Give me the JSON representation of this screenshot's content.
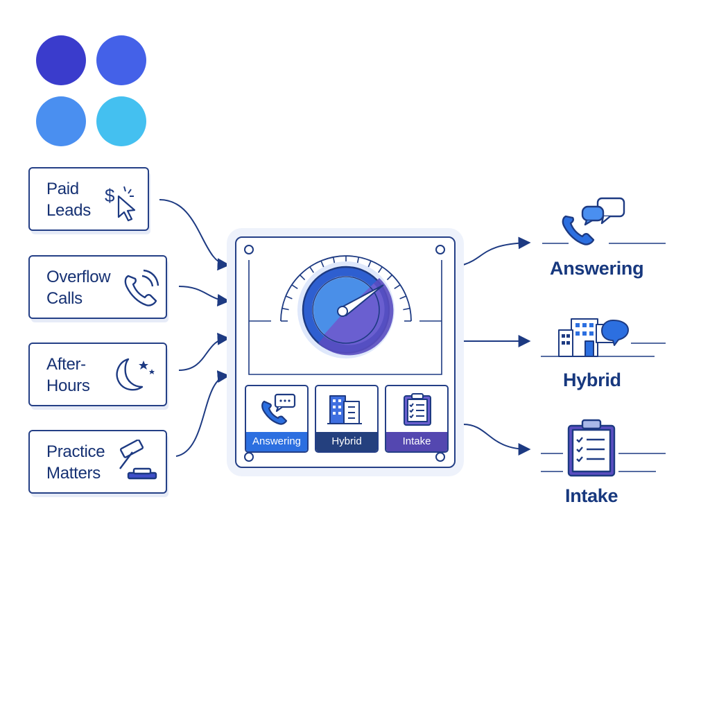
{
  "palette": {
    "swatches": [
      "#3a3ccc",
      "#4461e8",
      "#4a8ff0",
      "#44c0f0"
    ],
    "navy": "#1d3a82",
    "answering_bar": "#2c6fe0",
    "hybrid_bar": "#24407e",
    "intake_bar": "#5447b0"
  },
  "inputs": [
    {
      "label": "Paid\nLeads",
      "icon": "dollar-cursor-icon"
    },
    {
      "label": "Overflow\nCalls",
      "icon": "phone-ringing-icon"
    },
    {
      "label": "After-\nHours",
      "icon": "moon-stars-icon"
    },
    {
      "label": "Practice\nMatters",
      "icon": "gavel-icon"
    }
  ],
  "hub": {
    "gauge_icon": "speedometer-gauge-icon",
    "tiles": [
      {
        "label": "Answering",
        "icon": "phone-chat-icon"
      },
      {
        "label": "Hybrid",
        "icon": "buildings-icon"
      },
      {
        "label": "Intake",
        "icon": "clipboard-checklist-icon"
      }
    ]
  },
  "outputs": [
    {
      "label": "Answering",
      "icon": "phone-chat-bubbles-icon"
    },
    {
      "label": "Hybrid",
      "icon": "office-chat-icon"
    },
    {
      "label": "Intake",
      "icon": "clipboard-checklist-icon"
    }
  ]
}
